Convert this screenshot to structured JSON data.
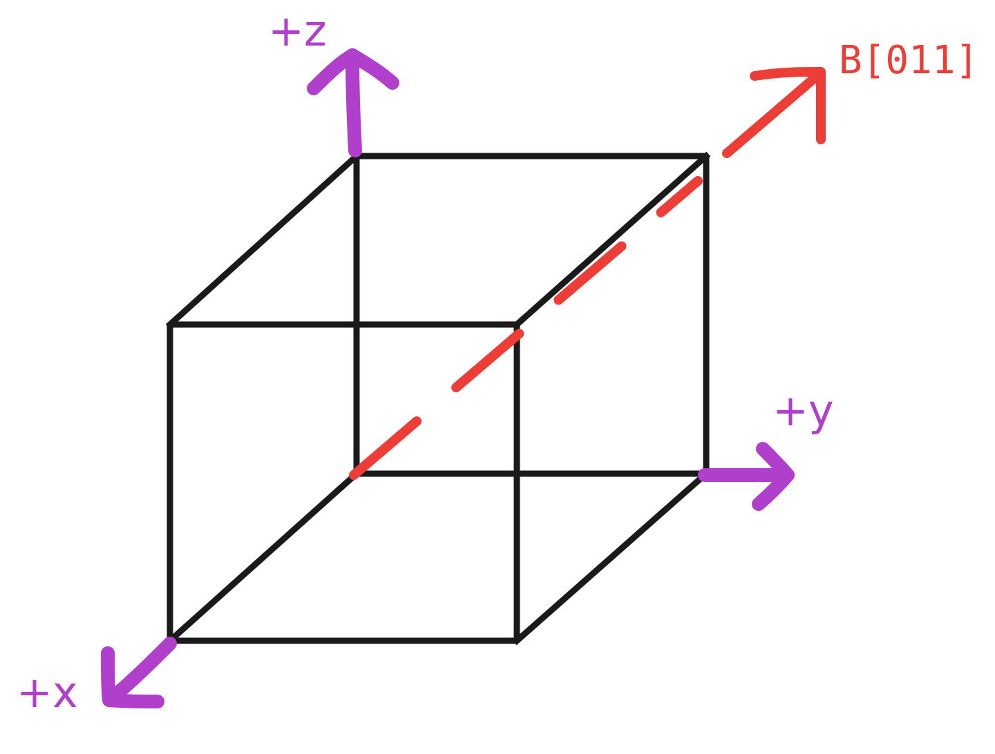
{
  "colors": {
    "cube_edge": "#1a1a1a",
    "axis": "#b040cc",
    "direction": "#ec3e36"
  },
  "axes": {
    "z_label": "+z",
    "y_label": "+y",
    "x_label": "+x"
  },
  "direction": {
    "label": "B[011]"
  }
}
